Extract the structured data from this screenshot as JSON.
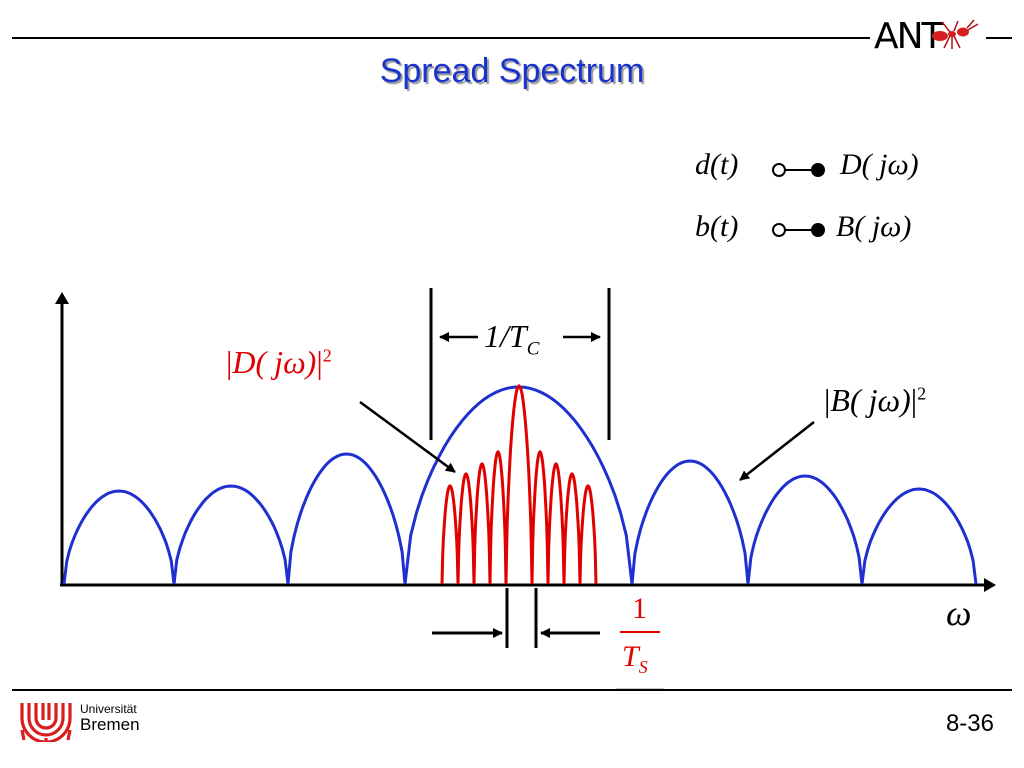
{
  "header": {
    "title": "Spread Spectrum",
    "logo_text": "ANT"
  },
  "correspondences": [
    {
      "lhs": "d(t)",
      "rhs": "D( jω)"
    },
    {
      "lhs": "b(t)",
      "rhs": "B( jω)"
    }
  ],
  "diagram": {
    "label_D": "D( jω)",
    "label_B": "B( jω)",
    "exponent": "2",
    "label_chip_width_num": "1/T",
    "label_chip_width_sub": "C",
    "label_symbol_num": "1",
    "label_symbol_den": "T",
    "label_symbol_sub": "S",
    "axis_label": "ω"
  },
  "colors": {
    "title": "#1a33cc",
    "blue_spectrum": "#1f2fd0",
    "red_spectrum": "#e00000"
  },
  "footer": {
    "university_line1": "Universität",
    "university_line2": "Bremen",
    "page_number": "8-36"
  }
}
